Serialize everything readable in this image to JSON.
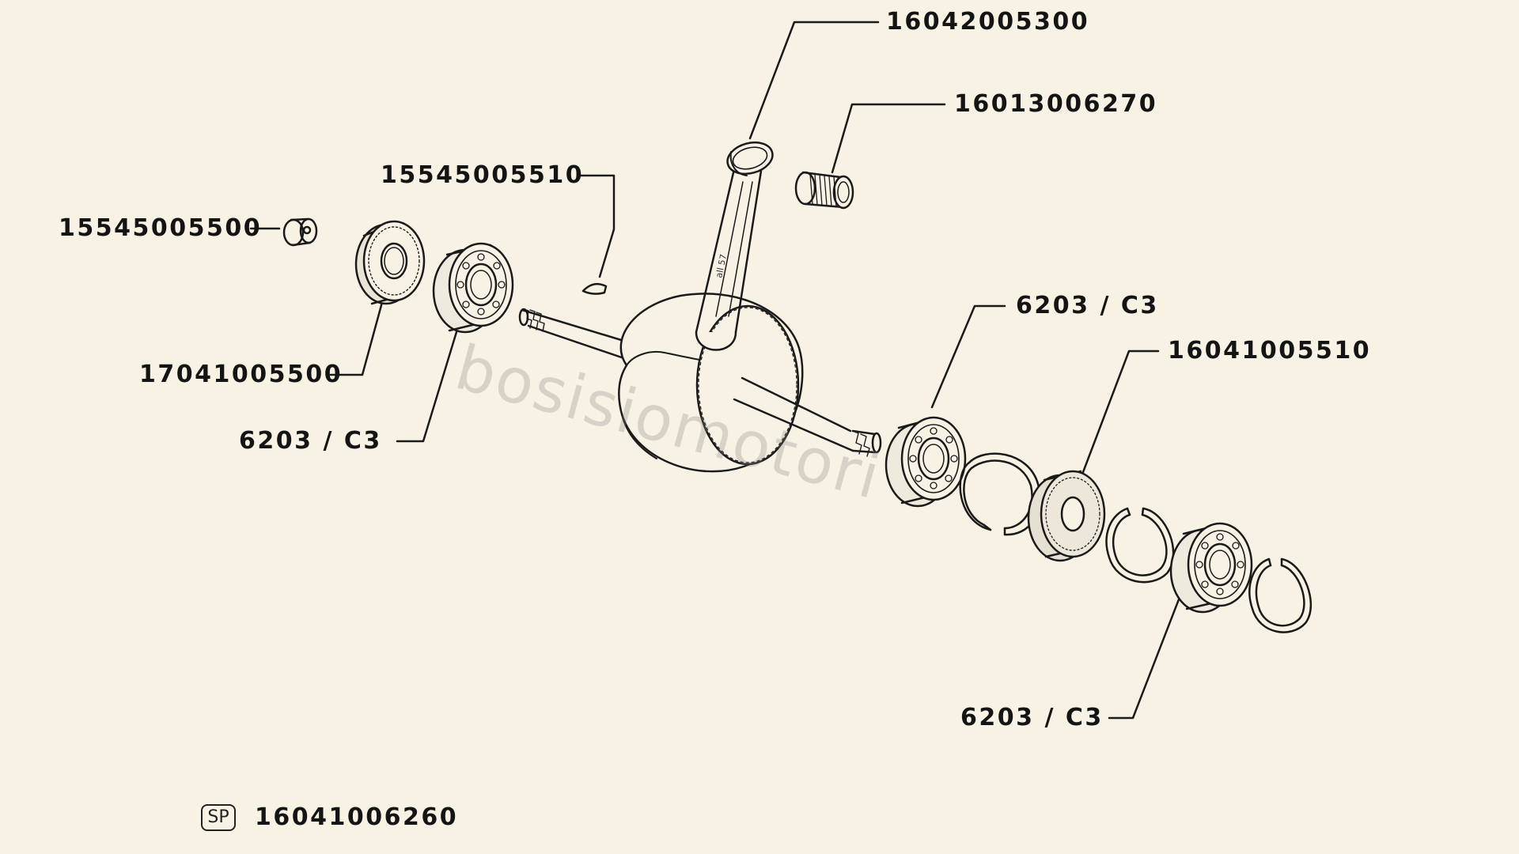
{
  "labels": {
    "conrod": "16042005300",
    "needle_bearing": "16013006270",
    "woodruff_key": "15545005510",
    "nut": "15545005500",
    "seal_left": "17041005500",
    "bearing_left": "6203 / C3",
    "bearing_right_top": "6203 / C3",
    "seal_right": "16041005510",
    "bearing_right_bottom": "6203 / C3",
    "kit_number": "16041006260",
    "kit_badge": "SP"
  },
  "watermark": "bosisiomotori",
  "colors": {
    "paper": "#f7f2e4",
    "ink": "#1a1a1a",
    "label": "#141414"
  }
}
